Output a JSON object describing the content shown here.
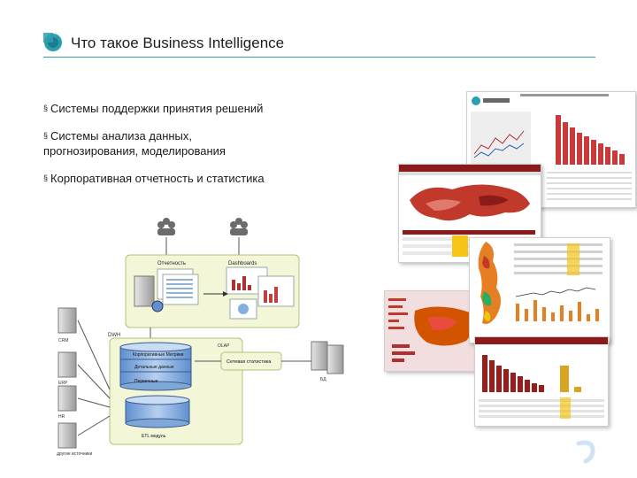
{
  "header": {
    "title": "Что такое Business Intelligence",
    "accent_color": "#2b9fb0"
  },
  "bullets": [
    {
      "marker": "§",
      "lines": [
        "Системы поддержки принятия решений"
      ]
    },
    {
      "marker": "§",
      "lines": [
        "Системы анализа данных,",
        "прогнозирования, моделирования"
      ]
    },
    {
      "marker": "§",
      "lines": [
        "Корпоративная отчетность и статистика"
      ]
    }
  ],
  "diagram": {
    "reports_label": "Отчетность",
    "dashboards_label": "Dashboards",
    "sources": [
      "CRM",
      "ERP",
      "HR",
      "другие источники"
    ],
    "warehouse_layers": [
      "Корпоративные Метрики",
      "Детальные данные",
      "Первичные"
    ],
    "etl_label": "ETL модуль",
    "network_stats_label": "Сетевая статистика",
    "server_label": "БД",
    "olap_label": "OLAP",
    "dwh_label": "DWH"
  },
  "colors": {
    "chart_red": "#9c1c1c",
    "map_red": "#c0392b",
    "cylinder_blue": "#7fa7d8",
    "panel_green": "#f4f6d8"
  }
}
